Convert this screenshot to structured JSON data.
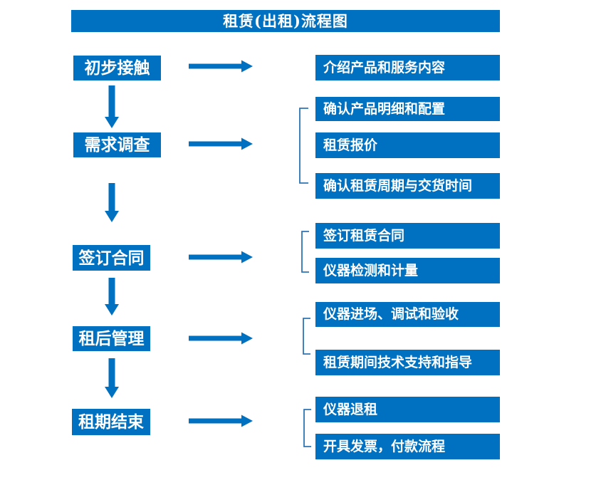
{
  "title": "租赁(出租)流程图",
  "stages": [
    {
      "label": "初步接触",
      "outputs": [
        "介绍产品和服务内容"
      ]
    },
    {
      "label": "需求调查",
      "outputs": [
        "确认产品明细和配置",
        "租赁报价",
        "确认租赁周期与交货时间"
      ]
    },
    {
      "label": "签订合同",
      "outputs": [
        "签订租赁合同",
        "仪器检测和计量"
      ]
    },
    {
      "label": "租后管理",
      "outputs": [
        "仪器进场、调试和验收",
        "租赁期间技术支持和指导"
      ]
    },
    {
      "label": "租期结束",
      "outputs": [
        "仪器退租",
        "开具发票，付款流程"
      ]
    }
  ],
  "colors": {
    "primary": "#0070C0",
    "bracket": "#2E74B5",
    "text": "#FFFFFF",
    "background": "#FFFFFF"
  }
}
